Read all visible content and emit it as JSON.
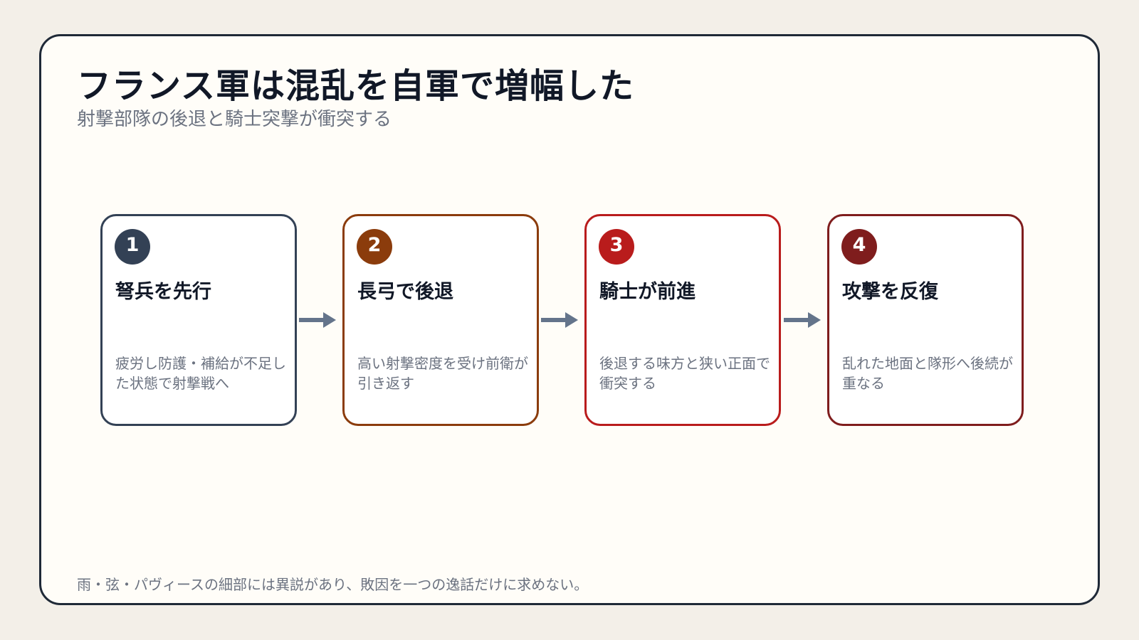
{
  "slide": {
    "title": "フランス軍は混乱を自軍で増幅した",
    "subtitle": "射撃部隊の後退と騎士突撃が衝突する",
    "footnote": "雨・弦・パヴィースの細部には異説があり、敗因を一つの逸話だけに求めない。"
  },
  "steps": [
    {
      "number": "1",
      "title": "弩兵を先行",
      "description": "疲労し防護・補給が不足した状態で射撃戦へ",
      "color": "#334155"
    },
    {
      "number": "2",
      "title": "長弓で後退",
      "description": "高い射撃密度を受け前衛が引き返す",
      "color": "#8b3c0c"
    },
    {
      "number": "3",
      "title": "騎士が前進",
      "description": "後退する味方と狭い正面で衝突する",
      "color": "#b91c1c"
    },
    {
      "number": "4",
      "title": "攻撃を反復",
      "description": "乱れた地面と隊形へ後続が重なる",
      "color": "#7f1d1d"
    }
  ],
  "colors": {
    "background": "#f3efe8",
    "panel": "#fffdf8",
    "frame_border": "#1f2937",
    "arrow": "#64748b"
  },
  "icons": {
    "connector": "arrow-right-icon"
  }
}
